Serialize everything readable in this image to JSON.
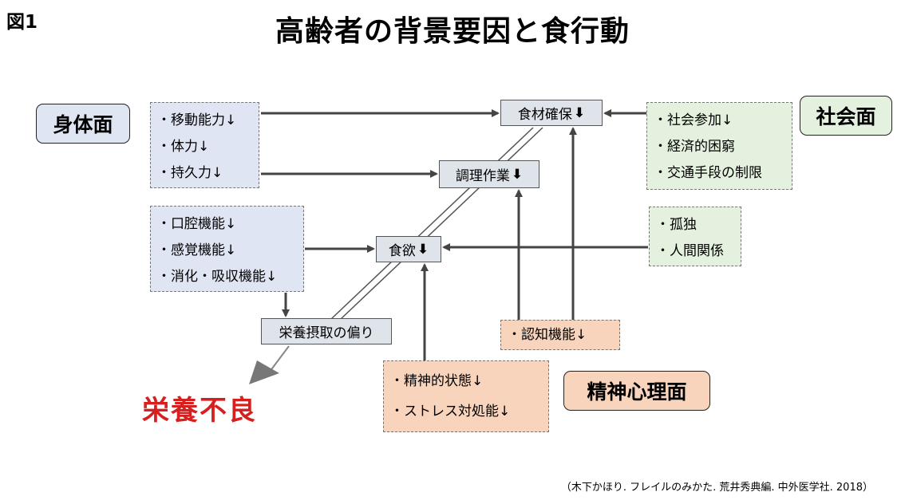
{
  "figure_label": "図1",
  "title": "高齢者の背景要因と食行動",
  "categories": {
    "physical": "身体面",
    "social": "社会面",
    "psychological": "精神心理面"
  },
  "physical_factors_1": [
    "・移動能力↓",
    "・体力↓",
    "・持久力↓"
  ],
  "physical_factors_2": [
    "・口腔機能↓",
    "・感覚機能↓",
    "・消化・吸収機能↓"
  ],
  "social_factors_1": [
    "・社会参加↓",
    "・経済的困窮",
    "・交通手段の制限"
  ],
  "social_factors_2": [
    "・孤独",
    "・人間関係"
  ],
  "cognitive_factor": "・認知機能↓",
  "psych_factors": [
    "・精神的状態↓",
    "・ストレス対処能↓"
  ],
  "nodes": {
    "food_securing": "食材確保",
    "cooking": "調理作業",
    "appetite": "食欲",
    "intake_bias": "栄養摂取の偏り",
    "down_arrow": "⬇"
  },
  "outcome": "栄養不良",
  "citation": "（木下かほり. フレイルのみかた. 荒井秀典編. 中外医学社. 2018）",
  "colors": {
    "physical": "#dfe5f3",
    "social": "#e3f1de",
    "psychological": "#f9d4bd",
    "node": "#dfe3ea",
    "outcome": "#d62020",
    "arrow": "#444444"
  }
}
